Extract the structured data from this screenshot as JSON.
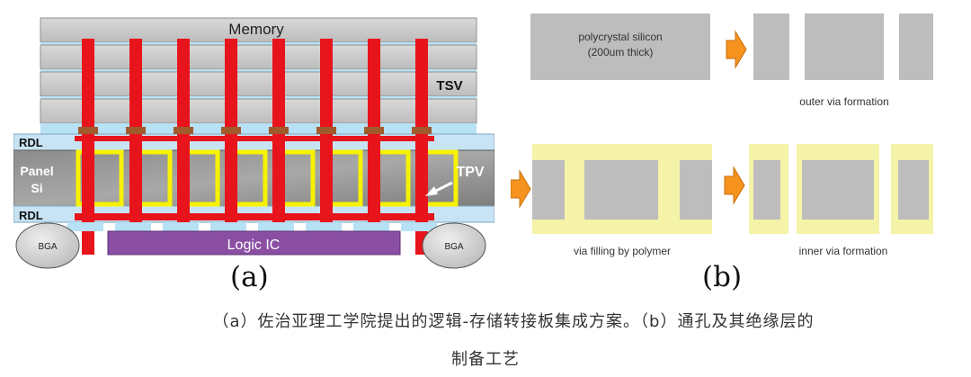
{
  "panel_a": {
    "memory_label": "Memory",
    "tsv_label": "TSV",
    "rdl_top_label": "RDL",
    "rdl_bottom_label": "RDL",
    "panel_si_line1": "Panel",
    "panel_si_line2": "Si",
    "tpv_label": "TPV",
    "logic_label": "Logic IC",
    "bga_left_label": "BGA",
    "bga_right_label": "BGA",
    "sublabel": "(a)"
  },
  "panel_b": {
    "poly_line1": "polycrystal silicon",
    "poly_line2": "(200um thick)",
    "outer_via": "outer via formation",
    "via_fill": "via filling by polymer",
    "inner_via": "inner via formation",
    "sublabel": "(b)"
  },
  "caption": {
    "line1": "（a）佐治亚理工学院提出的逻辑-存储转接板集成方案。（b）通孔及其绝缘层的",
    "line2": "制备工艺"
  },
  "colors": {
    "tsv_red": "#e8141c",
    "via_yellow": "#f6f200",
    "rdl_blue": "#c8e4f4",
    "logic_purple": "#8a4fa3",
    "arrow_orange": "#f5931e",
    "poly_yellow": "#f4f3a8",
    "silicon_gray": "#bdbdbd"
  }
}
